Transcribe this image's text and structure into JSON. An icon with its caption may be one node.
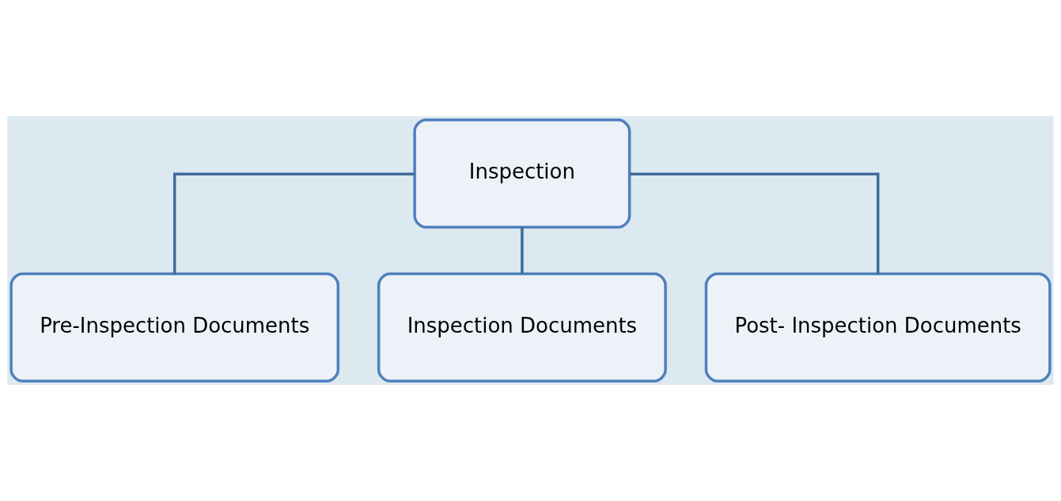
{
  "diagram": {
    "nodes": [
      {
        "text": [
          "Inspection"
        ]
      },
      {
        "text": [
          "Pre-Inspection Documents"
        ]
      },
      {
        "text": [
          "Inspection Documents"
        ]
      },
      {
        "text": [
          "Post- Inspection Documents"
        ]
      }
    ],
    "edges": [
      {
        "from": 0,
        "to": 1,
        "arrow": "none"
      },
      {
        "from": 0,
        "to": 2,
        "arrow": "none"
      },
      {
        "from": 0,
        "to": 3,
        "arrow": "none"
      }
    ]
  }
}
